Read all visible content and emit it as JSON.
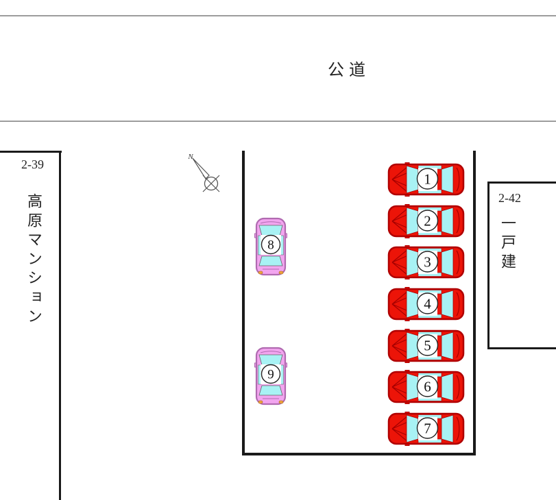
{
  "road": {
    "label": "公道"
  },
  "compass": {
    "north_label": "N"
  },
  "buildings": {
    "left": {
      "lot_number": "2-39",
      "name": "高原マンション"
    },
    "right": {
      "lot_number": "2-42",
      "name": "一戸建"
    }
  },
  "parking": {
    "spots": [
      {
        "number": "1",
        "orientation": "horizontal",
        "car_color": "red"
      },
      {
        "number": "2",
        "orientation": "horizontal",
        "car_color": "red"
      },
      {
        "number": "3",
        "orientation": "horizontal",
        "car_color": "red"
      },
      {
        "number": "4",
        "orientation": "horizontal",
        "car_color": "red"
      },
      {
        "number": "5",
        "orientation": "horizontal",
        "car_color": "red"
      },
      {
        "number": "6",
        "orientation": "horizontal",
        "car_color": "red"
      },
      {
        "number": "7",
        "orientation": "horizontal",
        "car_color": "red"
      },
      {
        "number": "8",
        "orientation": "vertical",
        "car_color": "pink"
      },
      {
        "number": "9",
        "orientation": "vertical",
        "car_color": "pink"
      }
    ]
  },
  "colors": {
    "car_red": "#ec1408",
    "car_red_outline": "#b00000",
    "car_red_detail": "#a50000",
    "car_pink": "#f2a5ef",
    "car_pink_outline": "#b06ab0",
    "car_window_cyan": "#a8f2f4",
    "tail_light_orange": "#f0a43c",
    "number_circle_stroke": "#222222",
    "road_line_gray": "#9c9c9c",
    "outline_black": "#1a1a1a"
  }
}
